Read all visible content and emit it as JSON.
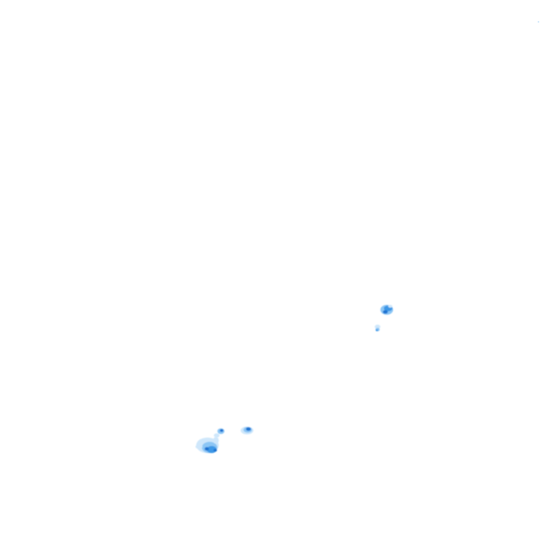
{
  "map": {
    "type": "precipitation-radar-overlay",
    "background_color": "#ffffff",
    "colors": {
      "light": "#cfe7fb",
      "medium": "#8cc6f5",
      "heavy": "#3d97e6",
      "intense": "#1a73d1"
    },
    "echo_cells": [
      {
        "name": "echo-cell-east-upper",
        "intensity": "heavy"
      },
      {
        "name": "echo-cell-east-lower",
        "intensity": "medium"
      },
      {
        "name": "echo-cell-southwest-main",
        "intensity": "heavy"
      },
      {
        "name": "echo-cell-southwest-small",
        "intensity": "heavy"
      },
      {
        "name": "echo-cell-south-central",
        "intensity": "intense"
      },
      {
        "name": "echo-speck-northeast",
        "intensity": "light"
      }
    ]
  }
}
